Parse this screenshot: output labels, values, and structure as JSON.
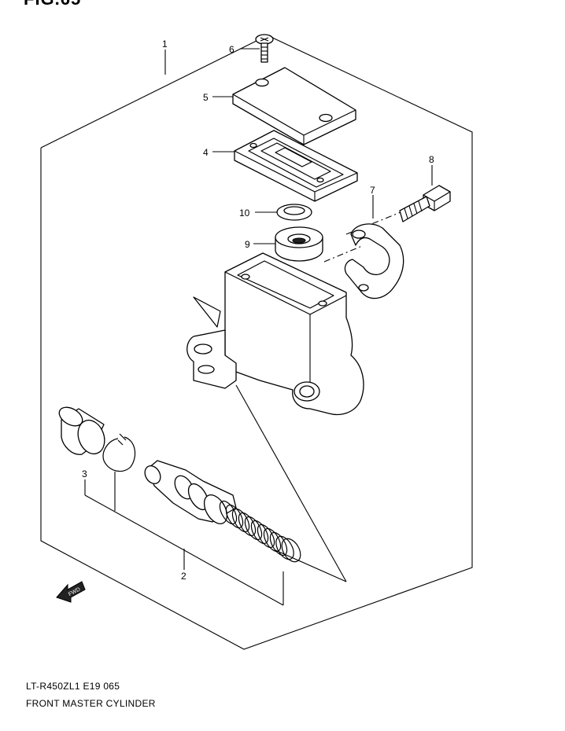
{
  "figure": {
    "title": "FIG.65"
  },
  "callouts": {
    "c1": "1",
    "c2": "2",
    "c3": "3",
    "c4": "4",
    "c5": "5",
    "c6": "6",
    "c7": "7",
    "c8": "8",
    "c9": "9",
    "c10": "10"
  },
  "fwd_label": "FWD",
  "footer": {
    "code_line": "LT-R450ZL1 E19  065",
    "title_line": "FRONT MASTER CYLINDER"
  }
}
